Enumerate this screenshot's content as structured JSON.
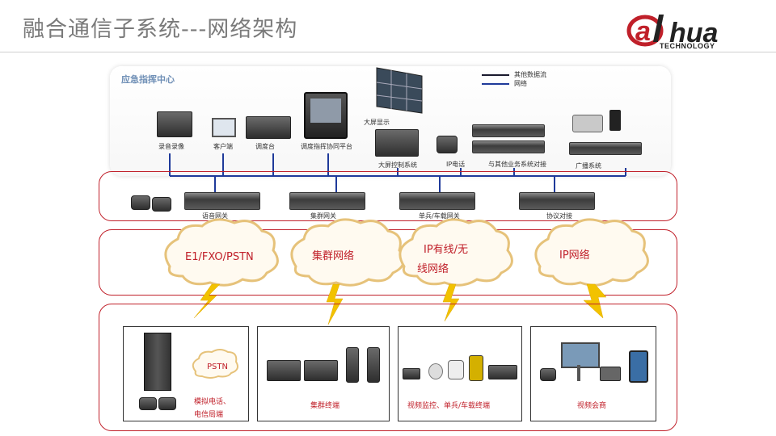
{
  "slide": {
    "title": "融合通信子系统---网络架构"
  },
  "brand": {
    "logo_text": "alhua",
    "logo_sub": "TECHNOLOGY",
    "logo_color": "#c0202a"
  },
  "command_center": {
    "title": "应急指挥中心",
    "devices": [
      "录音录像",
      "客户端",
      "调度台",
      "调度指挥协同平台",
      "大屏显示",
      "大屏控制系统",
      "IP电话",
      "与其他业务系统对接",
      "广播系统"
    ]
  },
  "legend": [
    {
      "label": "其他数据流",
      "color": "#1a1a2e"
    },
    {
      "label": "网络",
      "color": "#1f3a9a"
    }
  ],
  "gateways": [
    "语音网关",
    "集群网关",
    "单兵/车载网关",
    "协议对接"
  ],
  "networks": [
    {
      "line1": "E1/FXO/PSTN",
      "line2": ""
    },
    {
      "line1": "集群网络",
      "line2": ""
    },
    {
      "line1": "IP有线/无",
      "line2": "线网络"
    },
    {
      "line1": "IP网络",
      "line2": ""
    }
  ],
  "terminals": [
    {
      "label_line1": "模拟电话、",
      "label_line2": "电信局端",
      "cloud": "PSTN"
    },
    {
      "label_line1": "集群终端",
      "label_line2": ""
    },
    {
      "label_line1": "视频监控、单兵/车载终端",
      "label_line2": ""
    },
    {
      "label_line1": "视频会商",
      "label_line2": ""
    }
  ],
  "colors": {
    "frame_red": "#c0202a",
    "bus_blue": "#1f3a9a",
    "lightning": "#f2c200",
    "cloud_fill": "#fffaf0",
    "cloud_stroke": "#e6c27a"
  }
}
